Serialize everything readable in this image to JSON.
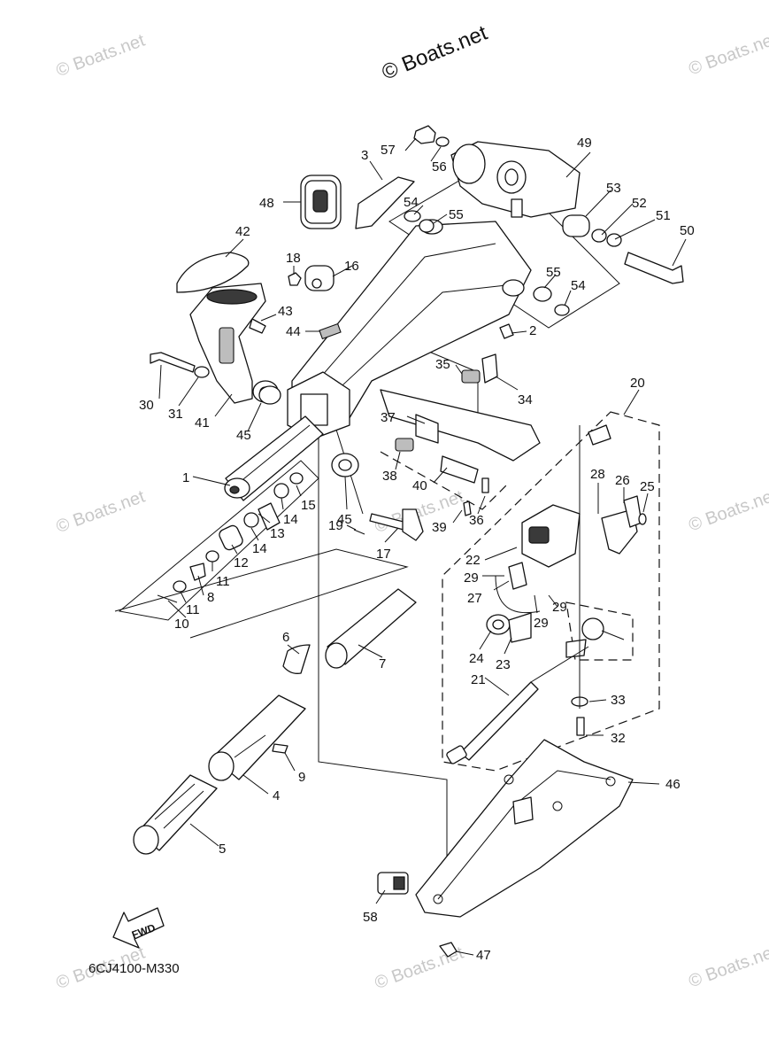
{
  "watermarks": {
    "top": "© Boats.net",
    "faint": "© Boats.net"
  },
  "diagram_code": "6CJ4100-M330",
  "direction_label": "FWD",
  "callouts": [
    "1",
    "2",
    "3",
    "4",
    "5",
    "6",
    "7",
    "8",
    "9",
    "10",
    "11",
    "11",
    "12",
    "13",
    "14",
    "14",
    "15",
    "16",
    "17",
    "18",
    "19",
    "20",
    "21",
    "22",
    "23",
    "24",
    "25",
    "26",
    "27",
    "28",
    "29",
    "29",
    "29",
    "30",
    "31",
    "32",
    "33",
    "34",
    "35",
    "36",
    "37",
    "38",
    "39",
    "40",
    "41",
    "42",
    "43",
    "44",
    "45",
    "45",
    "46",
    "47",
    "48",
    "49",
    "50",
    "51",
    "52",
    "53",
    "54",
    "54",
    "55",
    "55",
    "56",
    "57",
    "58"
  ]
}
